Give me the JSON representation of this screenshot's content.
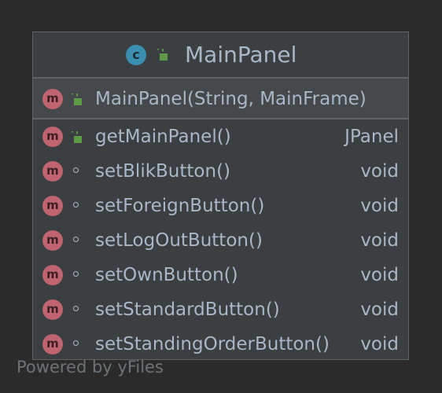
{
  "class_diagram": {
    "class_name": "MainPanel",
    "class_kind_icon": "class-icon",
    "class_kind_glyph": "c",
    "visibility_public_icon": "unlocked-padlock-icon",
    "visibility_package_icon": "hollow-circle-icon",
    "method_glyph": "m",
    "colors": {
      "background": "#2b2b2b",
      "box": "#3c3f41",
      "constructor_band": "#45494b",
      "border": "#5f6366",
      "text": "#a9b7c6",
      "class_icon": "#3a8fb0",
      "method_icon": "#c0646f",
      "lock_green": "#5c9a48"
    },
    "constructor": {
      "signature": "MainPanel(String, MainFrame)",
      "visibility": "public"
    },
    "methods": [
      {
        "name": "getMainPanel()",
        "return_type": "JPanel",
        "visibility": "public"
      },
      {
        "name": "setBlikButton()",
        "return_type": "void",
        "visibility": "package"
      },
      {
        "name": "setForeignButton()",
        "return_type": "void",
        "visibility": "package"
      },
      {
        "name": "setLogOutButton()",
        "return_type": "void",
        "visibility": "package"
      },
      {
        "name": "setOwnButton()",
        "return_type": "void",
        "visibility": "package"
      },
      {
        "name": "setStandardButton()",
        "return_type": "void",
        "visibility": "package"
      },
      {
        "name": "setStandingOrderButton()",
        "return_type": "void",
        "visibility": "package"
      }
    ]
  },
  "watermark": "Powered by yFiles"
}
